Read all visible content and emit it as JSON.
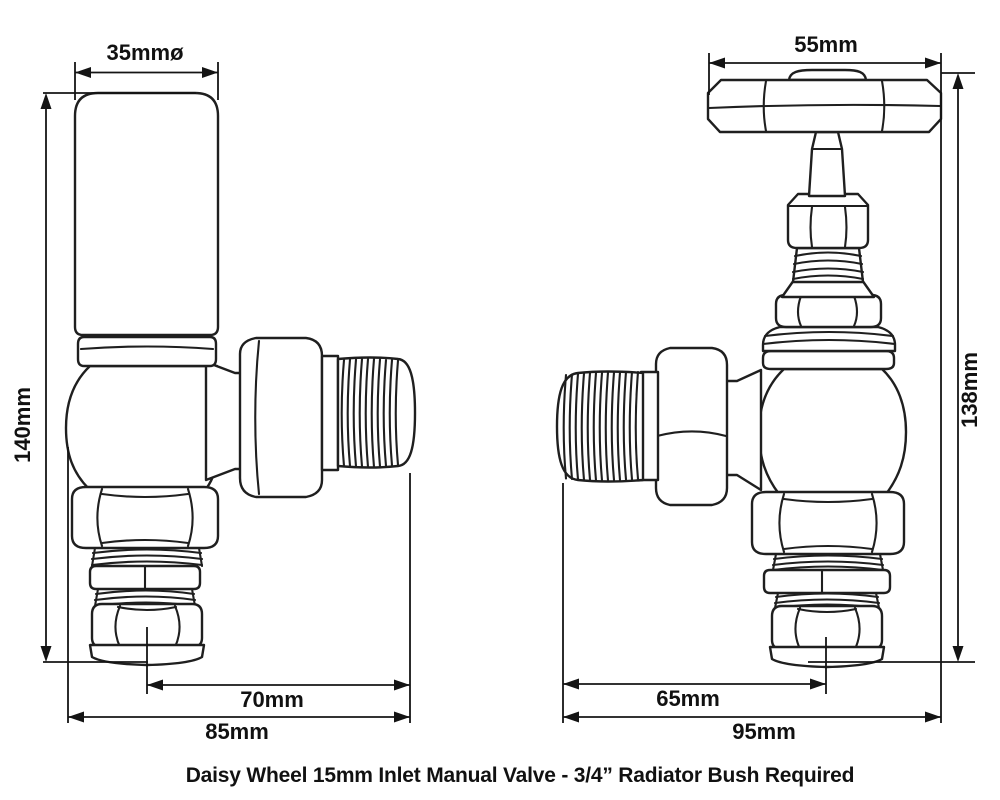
{
  "colors": {
    "line": "#1f1f1f",
    "dimension": "#141414",
    "background": "#ffffff"
  },
  "caption": "Daisy Wheel 15mm Inlet Manual Valve - 3/4” Radiator Bush Required",
  "left_valve": {
    "description": "Angled manual radiator valve with cylindrical head, side view",
    "dims": {
      "head_width": "35mmø",
      "height": "140mm",
      "center_to_tail_end": "70mm",
      "overall_width": "85mm"
    }
  },
  "right_valve": {
    "description": "Angled manual radiator valve with daisy wheel handle, side view",
    "dims": {
      "handle_width": "55mm",
      "height": "138mm",
      "tail_end_to_center": "65mm",
      "overall_width": "95mm"
    }
  }
}
